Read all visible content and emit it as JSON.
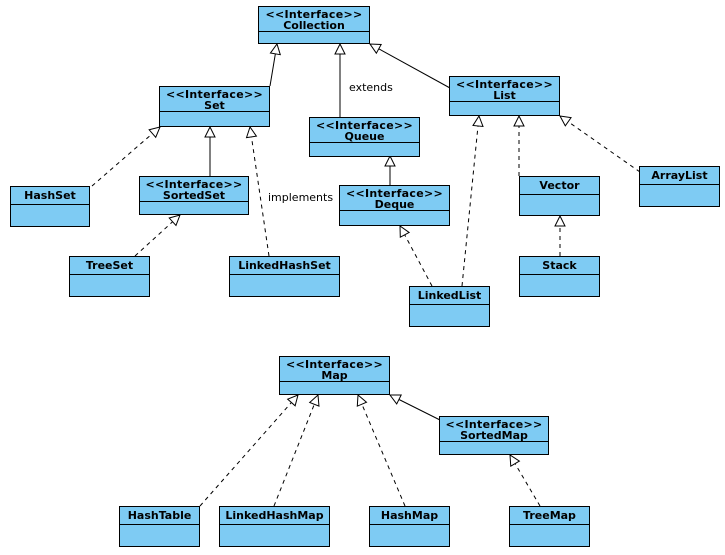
{
  "diagram": {
    "labels": {
      "extends": "extends",
      "implements": "implements"
    },
    "stereotype": "<<Interface>>",
    "boxes": {
      "collection": "Collection",
      "set": "Set",
      "queue": "Queue",
      "list": "List",
      "hashset": "HashSet",
      "sortedset": "SortedSet",
      "deque": "Deque",
      "vector": "Vector",
      "arraylist": "ArrayList",
      "treeset": "TreeSet",
      "linkedhashset": "LinkedHashSet",
      "linkedlist": "LinkedList",
      "stack": "Stack",
      "map": "Map",
      "sortedmap": "SortedMap",
      "hashtable": "HashTable",
      "linkedhashmap": "LinkedHashMap",
      "hashmap": "HashMap",
      "treemap": "TreeMap"
    },
    "colors": {
      "box_fill": "#7ecbf3",
      "line": "#000000"
    }
  }
}
